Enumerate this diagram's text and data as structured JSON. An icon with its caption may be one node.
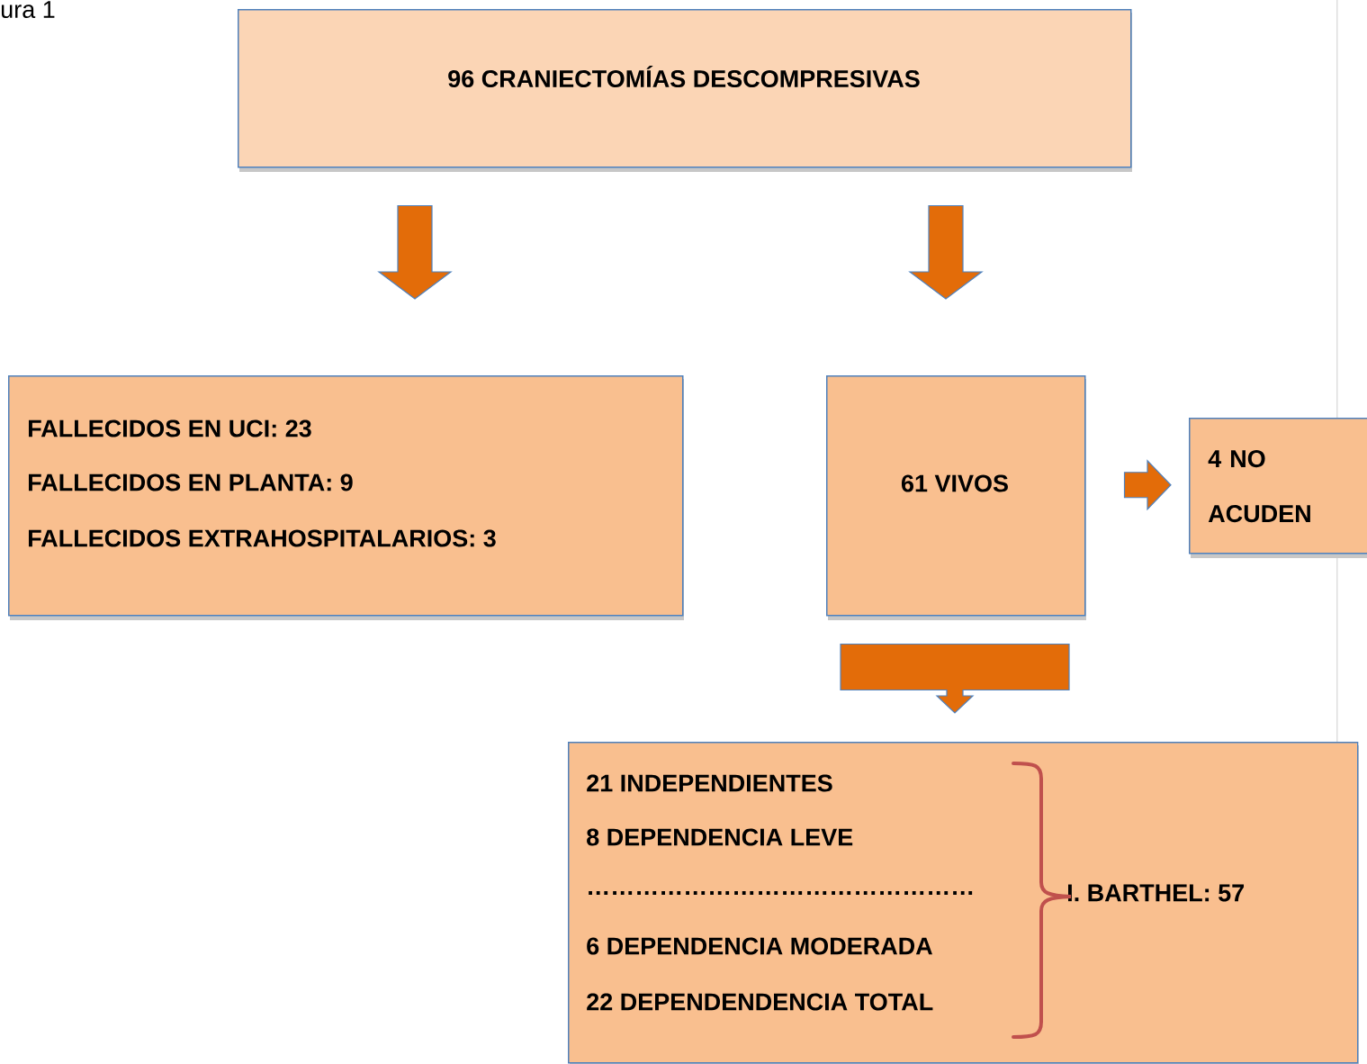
{
  "diagram": {
    "nodes": [
      {
        "text": [
          "96 CRANIECTOMÍAS DESCOMPRESIVAS"
        ]
      },
      {
        "text": [
          "FALLECIDOS EN UCI: 23",
          "FALLECIDOS EN PLANTA: 9",
          "FALLECIDOS EXTRAHOSPITALARIOS: 3"
        ]
      },
      {
        "text": [
          "61 VIVOS"
        ]
      },
      {
        "text": [
          "4 NO ACUDEN"
        ]
      },
      {
        "text": [
          "21 INDEPENDIENTES",
          "8 DEPENDENCIA LEVE",
          "…………………………………………",
          "6 DEPENDENCIA MODERADA",
          "22 DEPENDENDENCIA TOTAL",
          "I. BARTHEL: 57"
        ]
      }
    ],
    "edges": [
      {
        "from": 0,
        "to": 1,
        "arrow": "to"
      },
      {
        "from": 0,
        "to": 2,
        "arrow": "to"
      },
      {
        "from": 2,
        "to": 3,
        "arrow": "to"
      },
      {
        "from": 2,
        "to": 4,
        "arrow": "to"
      }
    ],
    "labels": [
      "ura 1"
    ]
  }
}
